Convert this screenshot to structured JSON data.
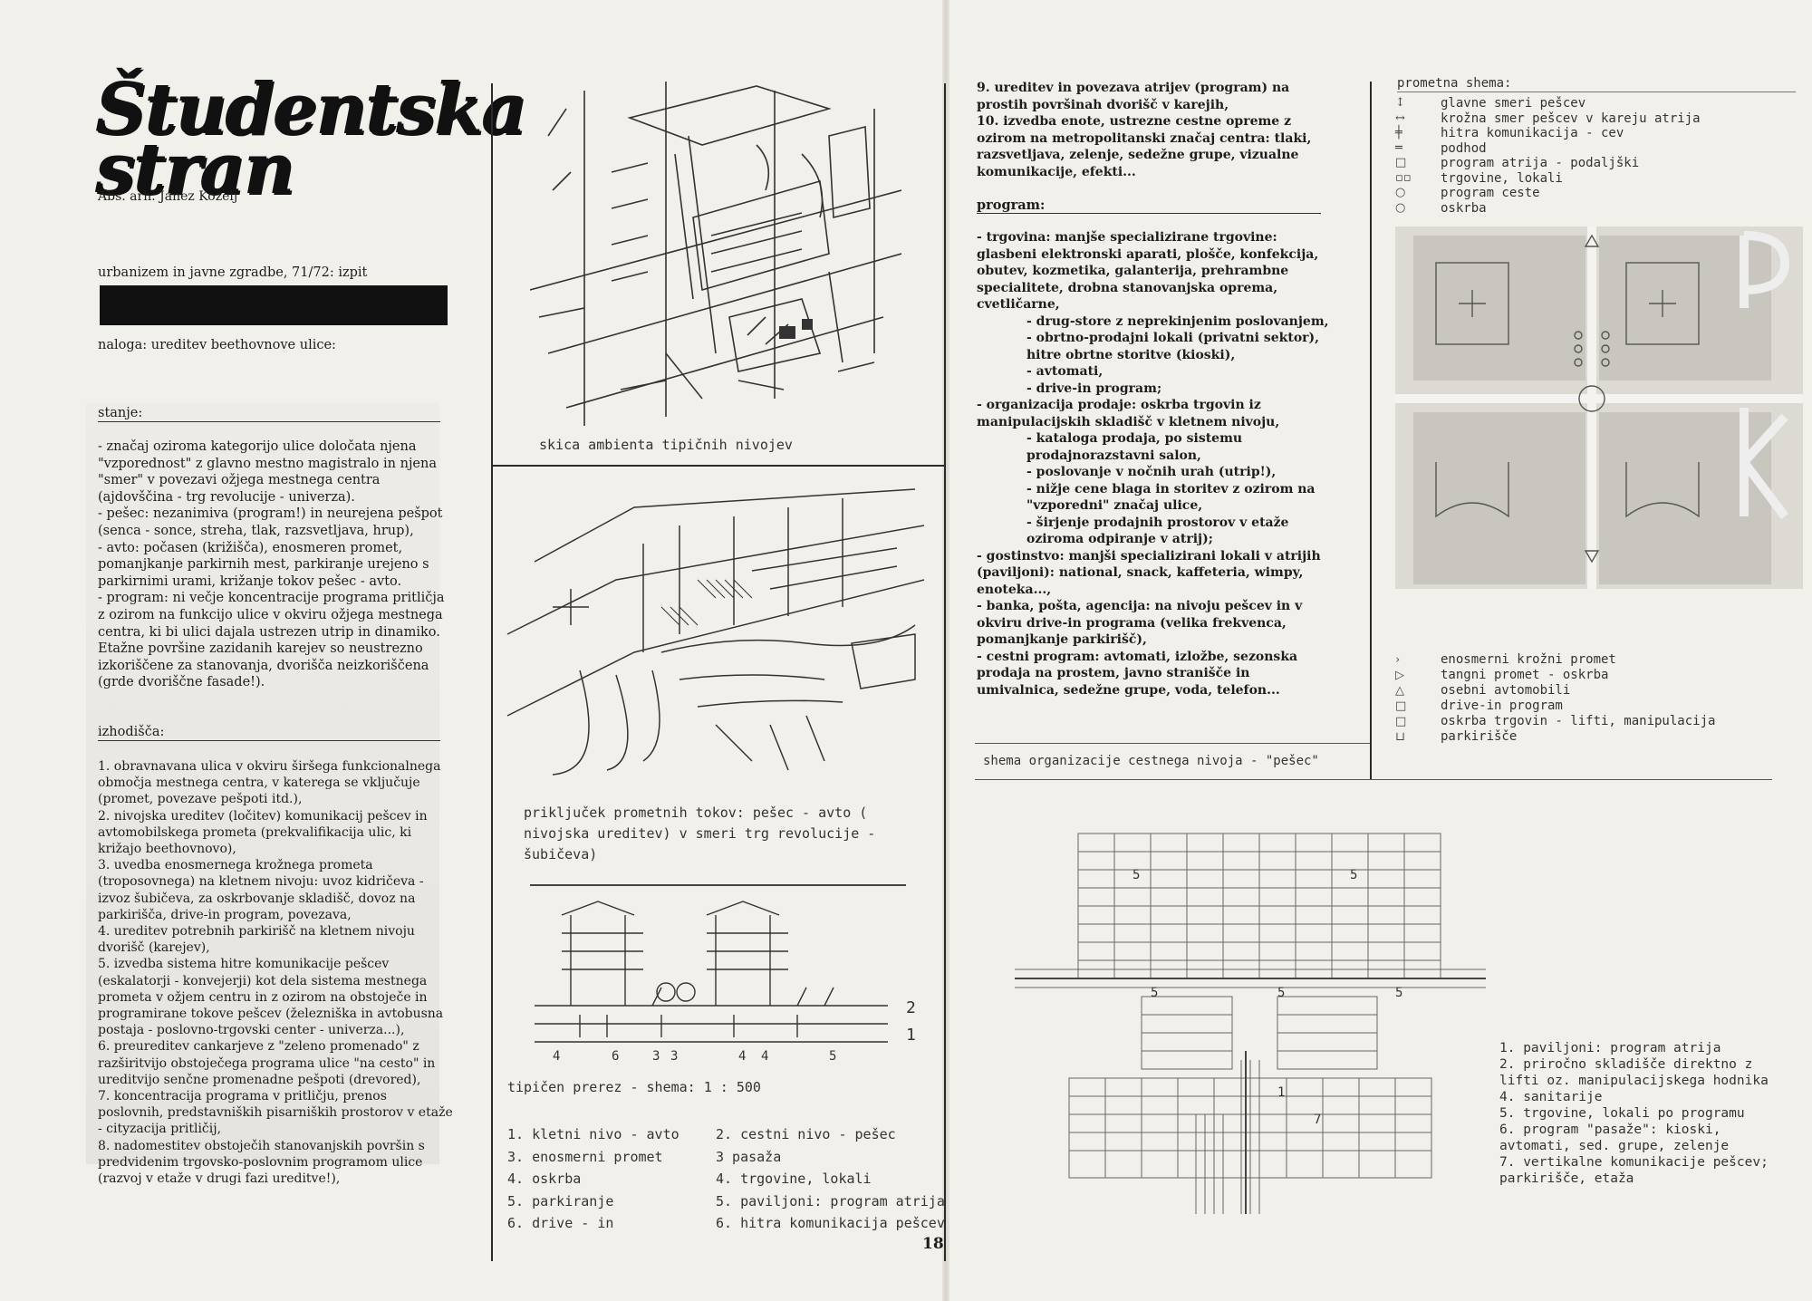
{
  "header": {
    "title_line1": "Študentska",
    "title_line2": "stran",
    "author": "Abs. arh. Janez Koželj",
    "course": "urbanizem in javne zgradbe, 71/72: izpit",
    "task": "naloga: ureditev beethovnove ulice:"
  },
  "stanje": {
    "heading": "stanje:",
    "paragraphs": [
      "- značaj oziroma kategorijo ulice določata njena \"vzporednost\" z glavno mestno magistralo in njena \"smer\" v povezavi ožjega mestnega centra (ajdovščina - trg revolucije - univerza).",
      "- pešec: nezanimiva (program!) in neurejena pešpot (senca - sonce, streha, tlak, razsvetljava, hrup),",
      "- avto: počasen (križišča), enosmeren promet, pomanjkanje parkirnih mest, parkiranje urejeno s parkirnimi urami, križanje tokov pešec - avto.",
      "- program: ni večje koncentracije programa pritličja z ozirom na funkcijo ulice v okviru ožjega mestnega centra, ki bi ulici dajala ustrezen utrip in dinamiko. Etažne površine zazidanih karejev so neustrezno izkoriščene za stanovanja, dvorišča neizkoriščena (grde dvoriščne fasade!)."
    ]
  },
  "izhodisca": {
    "heading": "izhodišča:",
    "items": [
      "1. obravnavana ulica v okviru širšega funkcionalnega območja mestnega centra, v katerega se vključuje (promet, povezave peš­poti itd.),",
      "2. nivojska ureditev (ločitev) komunikacij pešcev in avtomobilskega prometa (prekvalifikacija ulic, ki križajo beethovnovo),",
      "3. uvedba enosmernega krožnega prometa (troposovnega) na kletnem nivoju: uvoz kidričeva - izvoz šubičeva, za oskrbovanje skladišč, dovoz na parkirišča, drive-in program, povezava,",
      "4. ureditev potrebnih parkirišč na kletnem nivoju dvorišč (karejev),",
      "5. izvedba sistema hitre komunikacije pešcev (eskalatorji - konvejerji) kot dela sistema mestnega prometa v ožjem centru in z ozirom na obstoječe in programirane tokove pešcev (železniška in avtobusna postaja - poslovno-trgovski center - univerza...),",
      "6. preureditev cankarjeve z \"zeleno promenado\" z razširitvijo obstoječega programa ulice \"na cesto\" in ureditvijo senčne promenadne pešpoti (drevored),",
      "7. koncentracija programa v pritličju, prenos poslovnih, predstavniških pisarniških prostorov v etaže - cityzacija pritličij,",
      "8. nadomestitev obstoječih stanovanjskih površin s predvidenim trgovsko-poslovnim programom ulice (razvoj v etaže v drugi fazi ureditve!),"
    ]
  },
  "middle": {
    "caption_sketch": "skica ambienta tipičnih nivojev",
    "caption_junction": "priključek prometnih tokov: pešec - avto ( nivojska ureditev) v smeri trg revolucije - šubičeva)",
    "caption_section": "tipičen prerez - shema: 1 : 500",
    "section_numbers": [
      "4",
      "6",
      "3",
      "3",
      "4",
      "4",
      "5",
      "2",
      "1"
    ],
    "legend_left": [
      "1. kletni nivo - avto",
      "3. enosmerni promet",
      "4. oskrba",
      "5. parkiranje",
      "6. drive - in"
    ],
    "legend_right": [
      "2. cestni nivo - pešec",
      "3 pasaža",
      "4. trgovine, lokali",
      "5. paviljoni: program atrija",
      "6. hitra komunikacija pešcev"
    ]
  },
  "right_col": {
    "items_top": [
      "9. ureditev in povezava atrijev (program) na prostih površinah dvorišč v karejih,",
      "10. izvedba enote, ustrezne cestne opreme z ozirom na metropolitanski značaj centra: tlaki, razsvetljava, zelenje, sedežne grupe, vizualne komunikacije, efekti..."
    ],
    "program_heading": "program:",
    "program": [
      {
        "t": "- trgovina: manjše specializirane trgovine: glasbeni elektronski aparati, plošče, konfekcija, obutev, kozmetika, galanterija, prehrambne specialitete, drobna stanovanjska oprema, cvetličarne,",
        "i": false
      },
      {
        "t": "- drug-store z neprekinjenim poslovanjem,",
        "i": true
      },
      {
        "t": "- obrtno-prodajni lokali (privatni sektor), hitre obrtne storitve (kioski),",
        "i": true
      },
      {
        "t": "- avtomati,",
        "i": true
      },
      {
        "t": "- drive-in program;",
        "i": true
      },
      {
        "t": "- organizacija prodaje: oskrba trgovin iz manipulacijskih skladišč v kletnem nivoju,",
        "i": false
      },
      {
        "t": "- kataloga prodaja, po sistemu prodajnorazstavni salon,",
        "i": true
      },
      {
        "t": "- poslovanje v nočnih urah (utrip!),",
        "i": true
      },
      {
        "t": "- nižje cene blaga in storitev z ozirom na \"vzporedni\" značaj ulice,",
        "i": true
      },
      {
        "t": "- širjenje prodajnih prostorov v etaže oziroma odpiranje v atrij);",
        "i": true
      },
      {
        "t": "- gostinstvo: manjši specializirani lokali v atrijih (paviljoni): national, snack, kaffeteria, wimpy, enoteka...,",
        "i": false
      },
      {
        "t": "- banka, pošta, agencija: na nivoju pešcev in v okviru drive-in programa (velika frekvenca, pomanjkanje parkirišč),",
        "i": false
      },
      {
        "t": "- cestni program: avtomati, izložbe, sezonska prodaja na prostem, javno stranišče in umivalnica, sedežne grupe, voda, telefon...",
        "i": false
      }
    ],
    "caption_scheme": "shema organizacije cestnega nivoja - \"pešec\""
  },
  "far_right": {
    "traffic_heading": "prometna shema:",
    "traffic_legend": [
      "glavne smeri pešcev",
      "krožna smer pešcev v kareju atrija",
      "hitra komunikacija - cev",
      "podhod",
      "program atrija - podaljški",
      "trgovine, lokali",
      "program ceste",
      "oskrba"
    ],
    "bottom_legend": [
      "enosmerni krožni promet",
      "tangni promet - oskrba",
      "osebni avtomobili",
      "drive-in program",
      "oskrba trgovin - lifti, manipulacija",
      "parkirišče"
    ],
    "plan_legend": [
      "1. paviljoni: program atrija",
      "2. priročno skladišče direktno z lifti oz. manipulacijskega hodnika",
      "4. sanitarije",
      "5. trgovine, lokali po programu",
      "6. program \"pasaže\": kioski, avtomati, sed. grupe, zelenje",
      "7. vertikalne komunikacije pešcev; parkirišče, etaža"
    ],
    "plan_numbers": [
      "5",
      "5",
      "5",
      "5",
      "5",
      "1",
      "7"
    ]
  },
  "page_number": "18"
}
